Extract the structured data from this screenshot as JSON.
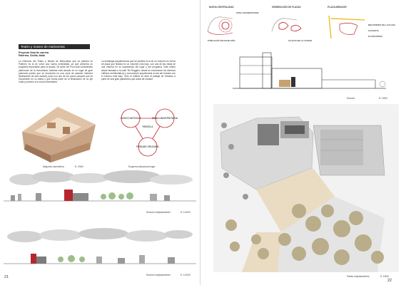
{
  "left_page": {
    "section_title": "Teatro y museo de marionetas",
    "subtitle_line1": "Proyecto final de carrera",
    "subtitle_line2": "Palermo, Sicilia, Italia",
    "paragraph_left": "La intención del Teatro y Museo de Marionetas que se plantea en Palermo es la de crear una nueva centralidad, ya que presenta un programa importante para la ciudad. Se parte del Puoi está considerado patrimonio de la humanidad. Además está situado en un lugar de gran potencial puesto que se encuentra en una zona de carácter histórico (finalización de otra ciudad), justo con uno de los pocos parques que se encuentran en su trama y que forma parte de la finalización de un eje rodal y próximo a la zona universitaria.",
    "paragraph_right": "La estrategia arquitectónica que se plantea es la de un volumen en forma de plaza que finaliza en un volumen más bajo, con una de las vistas de una manera en su importancia del lugar y del programa. Este último desde fachada a la calle 'Re Ruggero' desde se encuentran los diversos edificios emblemáticos y monumento arquitectural al mal del formato con el entorno más bajo. Todo el edificio se abre al paisaje de Urbanos a parte de una gran plataforma que actúa de mirador.",
    "diagram_nodes": [
      "CASCO ANTIGUO",
      "ZONA UNIVERSITARIA",
      "PARQUE ORLEANS",
      "PARCELA"
    ],
    "caption_model": "Maqueta volumétrica",
    "caption_model_scale": "E: 1/500",
    "caption_diagram": "Esquema situacional lugar",
    "caption_section1": "Sección emplazamiento",
    "caption_section1_scale": "E: 1/1000",
    "caption_section2": "Sección emplazamiento",
    "caption_section2_scale": "E: 1/1000",
    "page_number": "21"
  },
  "right_page": {
    "diagram_titles": [
      "NUEVA CENTRALIDAD",
      "GENERACIÓN DE PLAZAS",
      "PLAZA MIRADOR"
    ],
    "diagram_notes": [
      "ZONA UNIVERSITARIA",
      "POBLACIÓN DE ESTE MÁS",
      "FLUJOS DE LA CIUDAD",
      "RECORRIDO DE LA PLAZA",
      "ACCESOS",
      "PLATAFORMA"
    ],
    "caption_section": "Sección",
    "caption_section_scale": "E: 1/500",
    "caption_plan": "Planta emplazamiento",
    "caption_plan_scale": "E: 1/500",
    "page_number": "22"
  },
  "colors": {
    "accent_red": "#c0262c",
    "title_bar": "#2a2a2a",
    "tree_fill": "#b9ad8a",
    "sand": "#e9dcc3",
    "paving": "#d7d7d7"
  }
}
